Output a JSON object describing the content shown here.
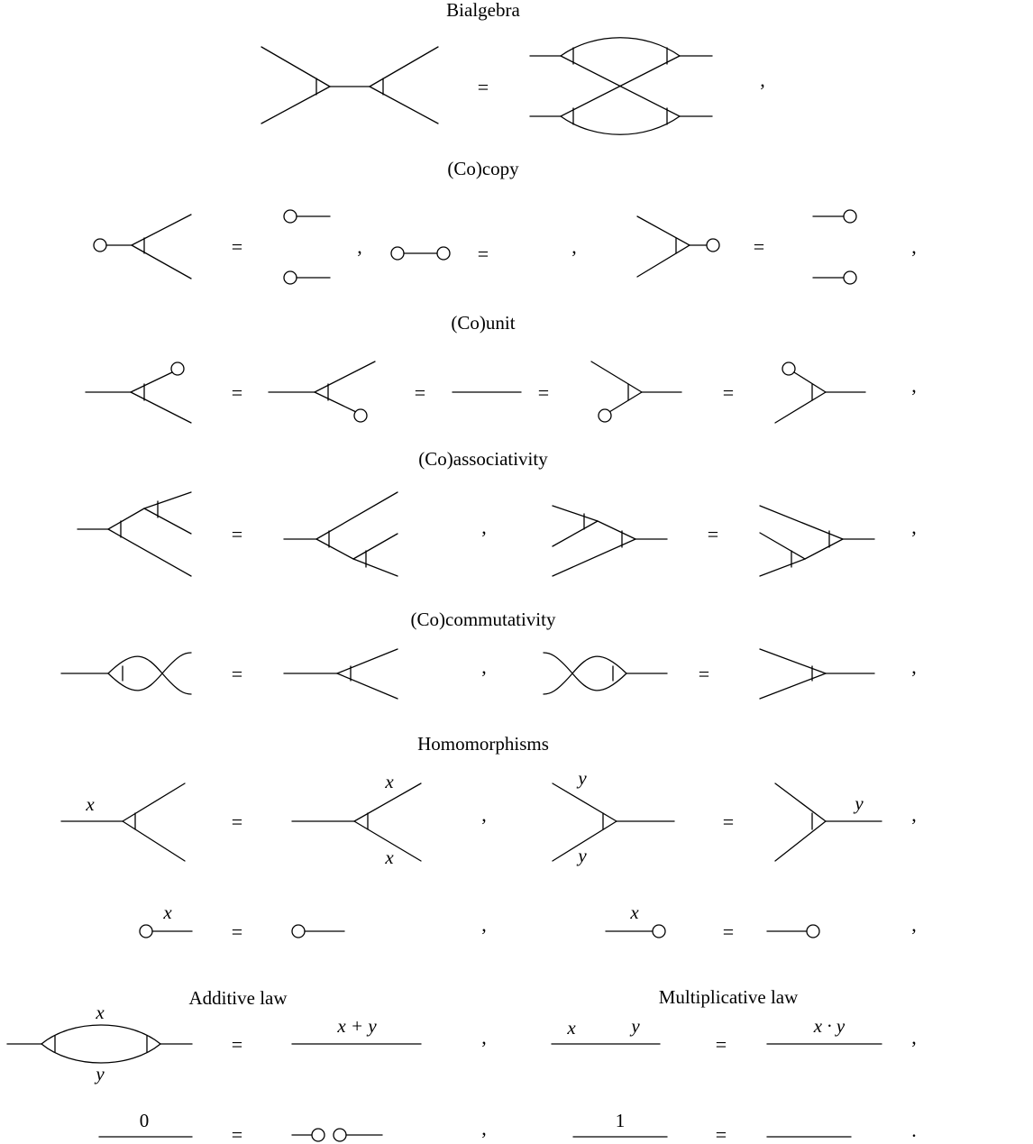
{
  "titles": {
    "bialgebra": "Bialgebra",
    "copy": "(Co)copy",
    "unit": "(Co)unit",
    "assoc": "(Co)associativity",
    "comm": "(Co)commutativity",
    "homo": "Homomorphisms",
    "additive": "Additive law",
    "multiplicative": "Multiplicative law"
  },
  "symbols": {
    "equals": "=",
    "comma": ",",
    "period": "."
  },
  "labels": {
    "x": "x",
    "y": "y",
    "x_plus_y": "x + y",
    "x_dot_y": "x · y",
    "zero": "0",
    "one": "1"
  }
}
